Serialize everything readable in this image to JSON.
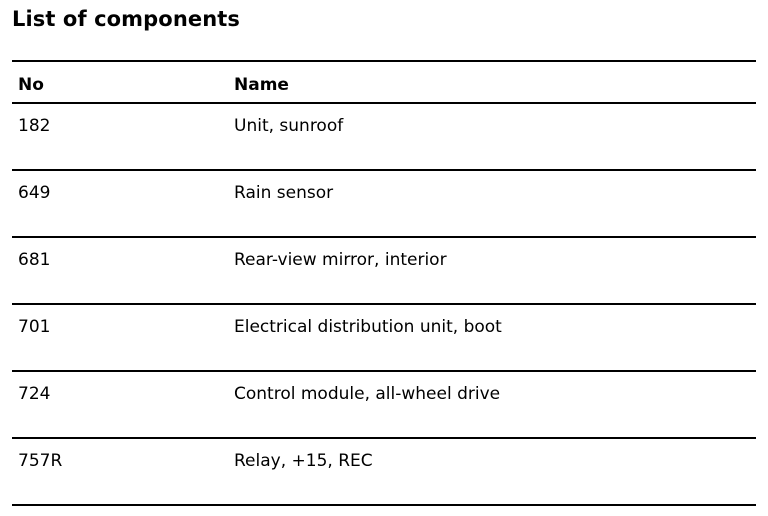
{
  "title": "List of components",
  "table": {
    "columns": [
      "No",
      "Name"
    ],
    "rows": [
      {
        "no": "182",
        "name": "Unit, sunroof"
      },
      {
        "no": "649",
        "name": "Rain sensor"
      },
      {
        "no": "681",
        "name": "Rear-view mirror, interior"
      },
      {
        "no": "701",
        "name": "Electrical distribution unit, boot"
      },
      {
        "no": "724",
        "name": "Control module, all-wheel drive"
      },
      {
        "no": "757R",
        "name": "Relay, +15, REC"
      }
    ]
  }
}
